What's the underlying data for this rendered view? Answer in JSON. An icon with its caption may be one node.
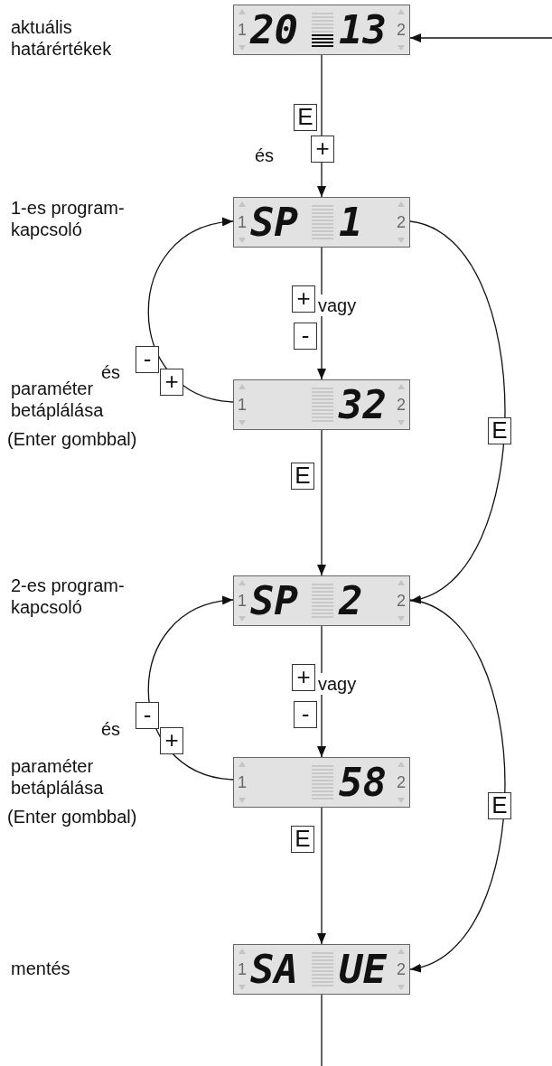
{
  "diagram": {
    "nodes": [
      {
        "text": [
          "1",
          "20",
          "13",
          "2"
        ]
      },
      {
        "text": [
          "1",
          "SP",
          "1",
          "2"
        ]
      },
      {
        "text": [
          "1",
          "32",
          "2"
        ]
      },
      {
        "text": [
          "1",
          "SP",
          "2",
          "2"
        ]
      },
      {
        "text": [
          "1",
          "58",
          "2"
        ]
      },
      {
        "text": [
          "1",
          "SA",
          "UE",
          "2"
        ]
      }
    ],
    "edges": [
      {
        "from": null,
        "to": 0,
        "arrow": "to"
      },
      {
        "from": 0,
        "to": 1,
        "arrow": "to"
      },
      {
        "from": 1,
        "to": 2,
        "arrow": "to"
      },
      {
        "from": 2,
        "to": 1,
        "arrow": "to"
      },
      {
        "from": 1,
        "to": 3,
        "arrow": "to",
        "label": "E"
      },
      {
        "from": 2,
        "to": 3,
        "arrow": "to",
        "label": "E"
      },
      {
        "from": 3,
        "to": 4,
        "arrow": "to"
      },
      {
        "from": 4,
        "to": 3,
        "arrow": "to"
      },
      {
        "from": 3,
        "to": 5,
        "arrow": "to",
        "label": "E"
      },
      {
        "from": 4,
        "to": 5,
        "arrow": "to",
        "label": "E"
      },
      {
        "from": 5,
        "to": null,
        "arrow": "none"
      }
    ],
    "labels": [
      "aktuális határértékek",
      "E",
      "+",
      "és",
      "1-es program-kapcsoló",
      "+",
      "vagy",
      "-",
      "-",
      "és",
      "+",
      "paraméter betáplálása",
      "(Enter gombbal)",
      "2-es program-kapcsoló",
      "+",
      "vagy",
      "-",
      "-",
      "és",
      "+",
      "paraméter betáplálása",
      "(Enter gombbal)",
      "mentés"
    ]
  }
}
